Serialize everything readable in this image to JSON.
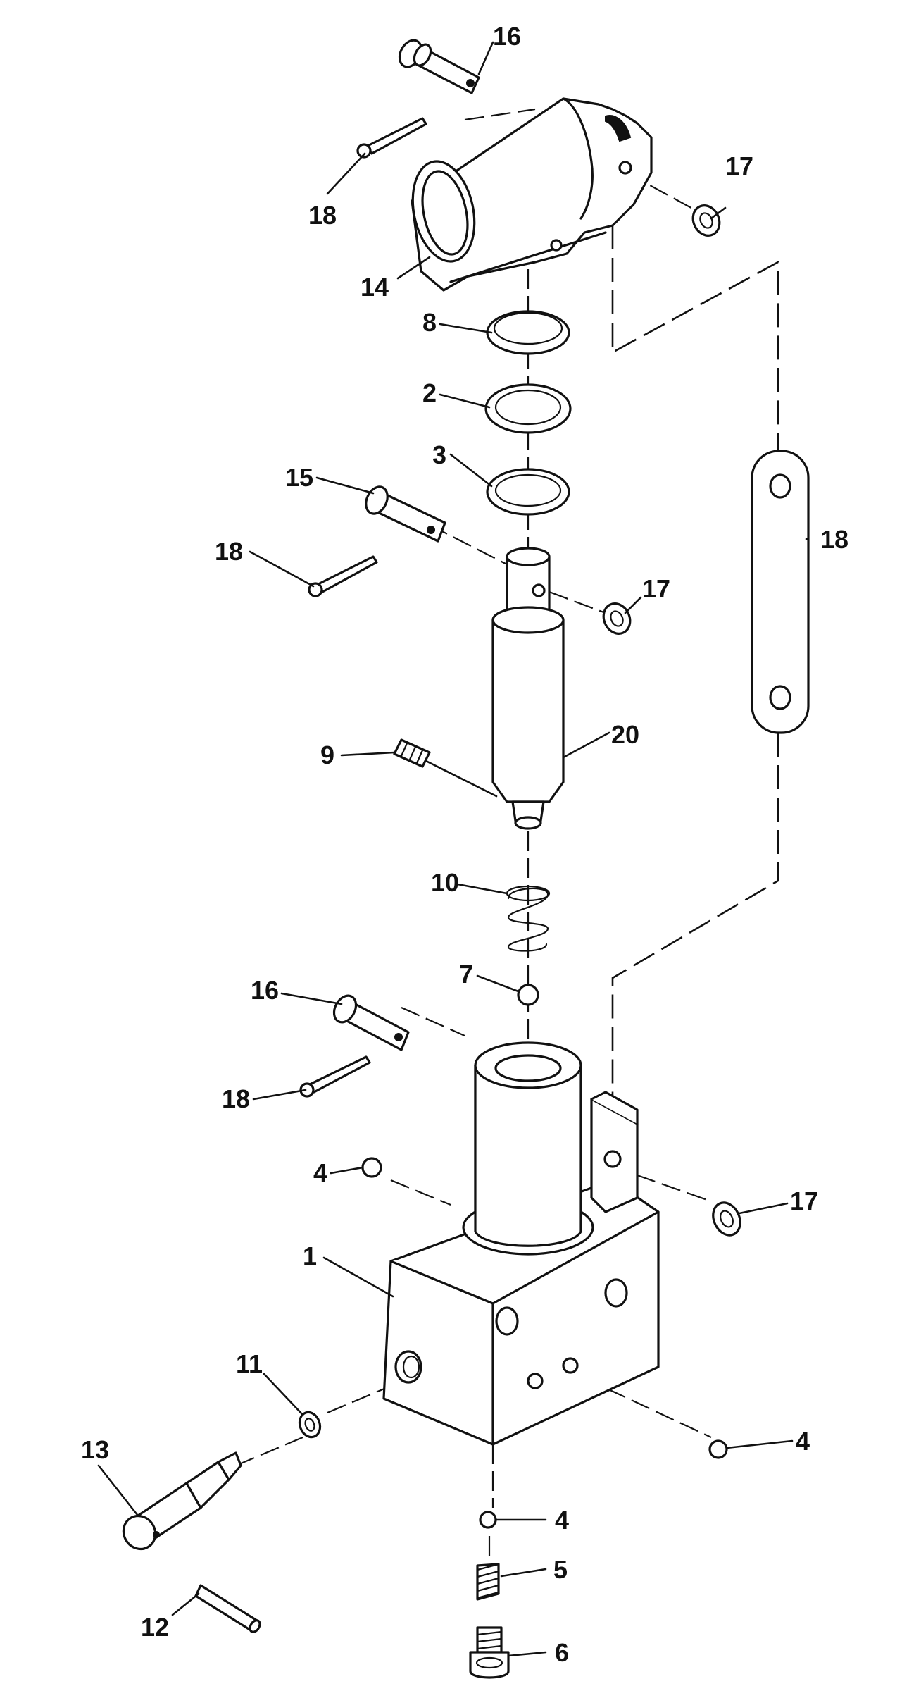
{
  "callouts": {
    "c1": "1",
    "c2": "2",
    "c3": "3",
    "c4a": "4",
    "c4b": "4",
    "c4c": "4",
    "c5": "5",
    "c6": "6",
    "c7": "7",
    "c8": "8",
    "c9": "9",
    "c10": "10",
    "c11": "11",
    "c12": "12",
    "c13": "13",
    "c14": "14",
    "c15": "15",
    "c16a": "16",
    "c16b": "16",
    "c17a": "17",
    "c17b": "17",
    "c17c": "17",
    "c18a": "18",
    "c18b": "18",
    "c18c": "18",
    "c18d": "18",
    "c20": "20"
  }
}
